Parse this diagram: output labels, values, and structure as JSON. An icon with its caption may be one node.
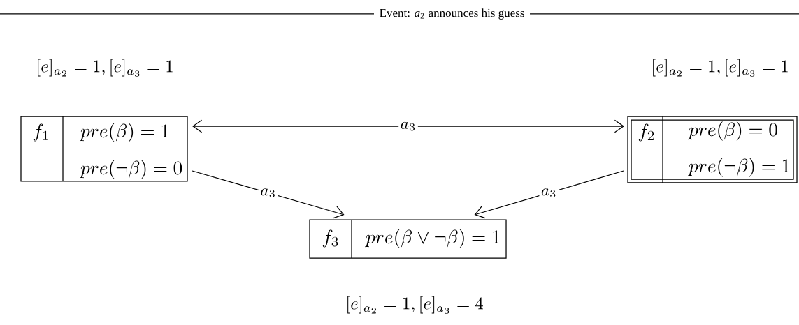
{
  "diagram": {
    "title": "Event: *a*$_{2}$ announces his guess",
    "nodes": [
      {
        "text": [
          "f_1",
          "pre(\\beta) = 1",
          "pre(\\neg\\beta) = 0"
        ],
        "beside": [
          "[e]_{a_2} = 1, [e]_{a_3} = 1"
        ]
      },
      {
        "text": [
          "f_2",
          "pre(\\beta) = 0",
          "pre(\\neg\\beta) = 1"
        ],
        "beside": [
          "[e]_{a_2} = 1, [e]_{a_3} = 1"
        ]
      },
      {
        "text": [
          "f_3",
          "pre(\\beta \\vee \\neg\\beta) = 1"
        ],
        "beside": [
          "[e]_{a_2} = 1, [e]_{a_3} = 4"
        ]
      }
    ],
    "edges": [
      {
        "from": 0,
        "to": 1,
        "arrow": "both",
        "label": "a_3"
      },
      {
        "from": 0,
        "to": 2,
        "arrow": "to",
        "label": "a_3"
      },
      {
        "from": 1,
        "to": 2,
        "arrow": "to",
        "label": "a_3"
      }
    ]
  }
}
